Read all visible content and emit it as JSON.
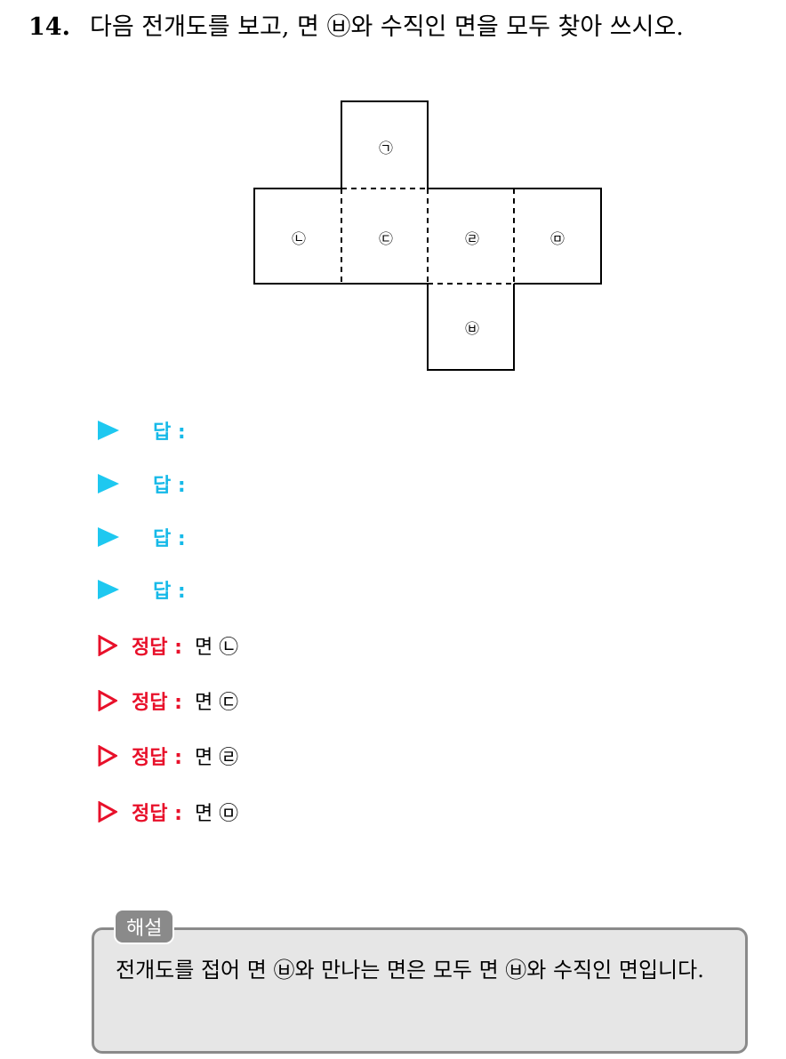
{
  "question": {
    "number": "14.",
    "text": "다음 전개도를 보고, 면 ㉥와 수직인 면을 모두 찾아 쓰시오."
  },
  "net": {
    "faces": [
      "㉠",
      "㉡",
      "㉢",
      "㉣",
      "㉤",
      "㉥"
    ]
  },
  "answers": [
    {
      "label": "답 :"
    },
    {
      "label": "답 :"
    },
    {
      "label": "답 :"
    },
    {
      "label": "답 :"
    }
  ],
  "correct": [
    {
      "label": "정답 :",
      "value": "면 ㉡"
    },
    {
      "label": "정답 :",
      "value": "면 ㉢"
    },
    {
      "label": "정답 :",
      "value": "면 ㉣"
    },
    {
      "label": "정답 :",
      "value": "면 ㉤"
    }
  ],
  "explanation": {
    "tag": "해설",
    "text": "전개도를 접어 면 ㉥와 만나는 면은 모두 면 ㉥와 수직인 면입니다."
  },
  "colors": {
    "answer_accent": "#1ec8f0",
    "correct_accent": "#e8102a",
    "explain_bg": "#e6e6e6",
    "explain_border": "#8a8a8a"
  }
}
